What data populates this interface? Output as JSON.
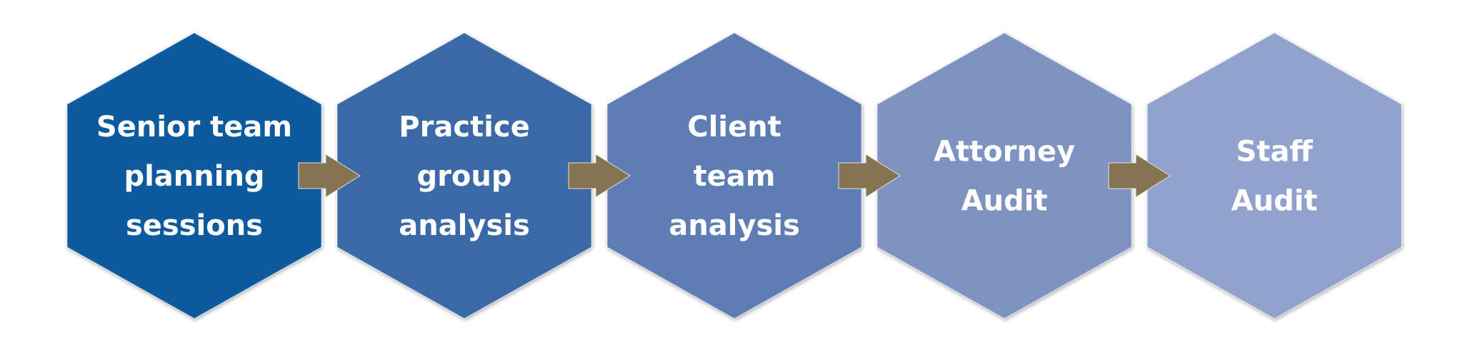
{
  "diagram": {
    "steps": [
      {
        "lines": [
          "Senior team",
          "planning",
          "sessions"
        ],
        "color": "#0F5A9E"
      },
      {
        "lines": [
          "Practice",
          "group",
          "analysis"
        ],
        "color": "#3A69A8"
      },
      {
        "lines": [
          "Client",
          "team",
          "analysis"
        ],
        "color": "#5E7DB5"
      },
      {
        "lines": [
          "Attorney",
          "Audit"
        ],
        "color": "#7F93C3"
      },
      {
        "lines": [
          "Staff",
          "Audit"
        ],
        "color": "#91A3CD"
      }
    ],
    "arrow_color": "#857352"
  }
}
